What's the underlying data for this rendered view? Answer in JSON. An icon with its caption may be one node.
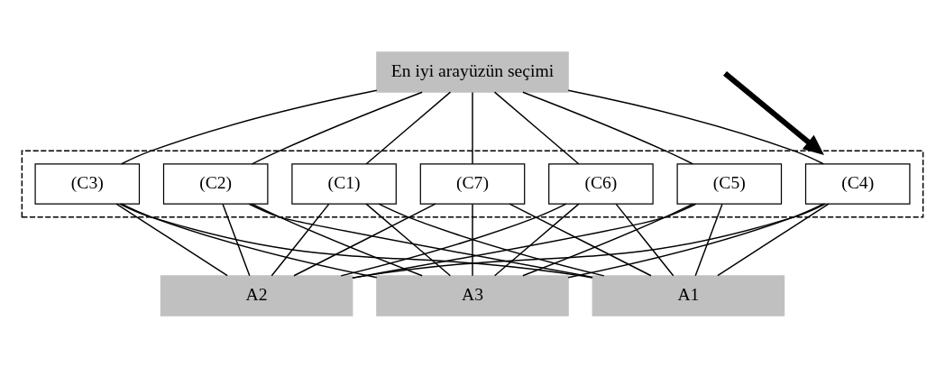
{
  "diagram": {
    "nodes": [
      {
        "text": [
          "En iyi arayüzün seçimi"
        ]
      },
      {
        "text": [],
        "shape": "box"
      },
      {
        "text": [
          "(C1)"
        ],
        "in": 1
      },
      {
        "text": [
          "(C2)"
        ],
        "in": 1
      },
      {
        "text": [
          "(C3)"
        ],
        "in": 1
      },
      {
        "text": [
          "(C4)"
        ],
        "in": 1
      },
      {
        "text": [
          "(C5)"
        ],
        "in": 1
      },
      {
        "text": [
          "(C6)"
        ],
        "in": 1
      },
      {
        "text": [
          "(C7)"
        ],
        "in": 1
      },
      {
        "text": [
          "A1"
        ]
      },
      {
        "text": [
          "A2"
        ]
      },
      {
        "text": [
          "A3"
        ]
      }
    ],
    "edges": [
      {
        "from": 0,
        "to": 2,
        "arrow": "none"
      },
      {
        "from": 0,
        "to": 3,
        "arrow": "none"
      },
      {
        "from": 0,
        "to": 4,
        "arrow": "none"
      },
      {
        "from": 0,
        "to": 5,
        "arrow": "none"
      },
      {
        "from": 0,
        "to": 6,
        "arrow": "none"
      },
      {
        "from": 0,
        "to": 7,
        "arrow": "none"
      },
      {
        "from": 0,
        "to": 8,
        "arrow": "none"
      },
      {
        "from": 2,
        "to": 9,
        "arrow": "none"
      },
      {
        "from": 2,
        "to": 10,
        "arrow": "none"
      },
      {
        "from": 2,
        "to": 11,
        "arrow": "none"
      },
      {
        "from": 3,
        "to": 9,
        "arrow": "none"
      },
      {
        "from": 3,
        "to": 10,
        "arrow": "none"
      },
      {
        "from": 3,
        "to": 11,
        "arrow": "none"
      },
      {
        "from": 4,
        "to": 9,
        "arrow": "none"
      },
      {
        "from": 4,
        "to": 10,
        "arrow": "none"
      },
      {
        "from": 4,
        "to": 11,
        "arrow": "none"
      },
      {
        "from": 5,
        "to": 9,
        "arrow": "none"
      },
      {
        "from": 5,
        "to": 10,
        "arrow": "none"
      },
      {
        "from": 5,
        "to": 11,
        "arrow": "none"
      },
      {
        "from": 6,
        "to": 9,
        "arrow": "none"
      },
      {
        "from": 6,
        "to": 10,
        "arrow": "none"
      },
      {
        "from": 6,
        "to": 11,
        "arrow": "none"
      },
      {
        "from": 7,
        "to": 9,
        "arrow": "none"
      },
      {
        "from": 7,
        "to": 10,
        "arrow": "none"
      },
      {
        "from": 7,
        "to": 11,
        "arrow": "none"
      },
      {
        "from": 8,
        "to": 9,
        "arrow": "none"
      },
      {
        "from": 8,
        "to": 10,
        "arrow": "none"
      },
      {
        "from": 8,
        "to": 11,
        "arrow": "none"
      },
      {
        "from": null,
        "to": 1,
        "arrow": "to",
        "style": "thick"
      }
    ]
  }
}
